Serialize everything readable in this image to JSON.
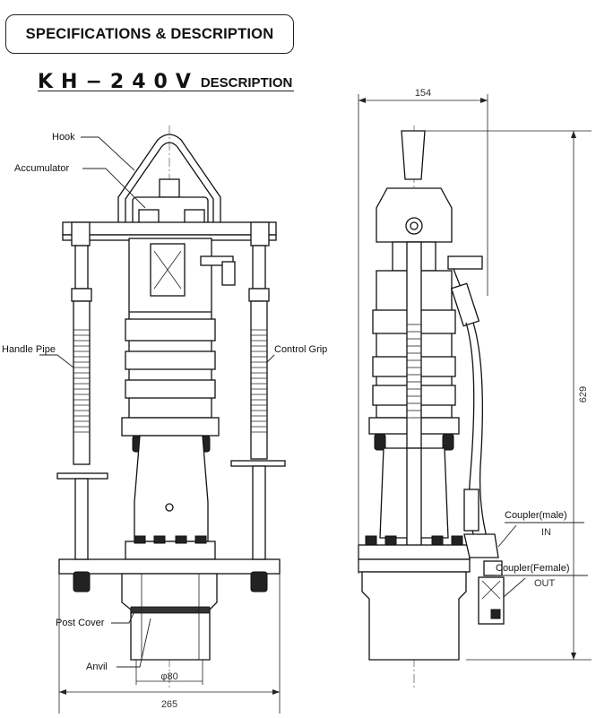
{
  "header": {
    "title": "SPECIFICATIONS & DESCRIPTION",
    "model": "KH−240V",
    "model_suffix": "DESCRIPTION"
  },
  "front_view": {
    "labels": {
      "hook": "Hook",
      "accumulator": "Accumulator",
      "handle_pipe": "Handle Pipe",
      "control_grip": "Control Grip",
      "post_cover": "Post Cover",
      "anvil": "Anvil"
    },
    "dimensions": {
      "anvil_diameter": "φ80",
      "overall_width": "265"
    }
  },
  "side_view": {
    "labels": {
      "coupler_male": "Coupler(male)",
      "in": "IN",
      "coupler_female": "Coupler(Female)",
      "out": "OUT"
    },
    "dimensions": {
      "width": "154",
      "height": "629"
    }
  }
}
